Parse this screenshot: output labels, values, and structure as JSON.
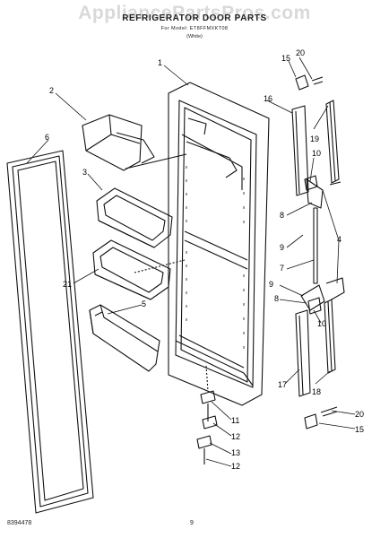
{
  "header": {
    "watermark": "AppliancePartsPros.com",
    "title": "REFRIGERATOR DOOR PARTS",
    "subtitle": "For Model: ET8FFMXKT08",
    "suffix": "(White)"
  },
  "callouts": [
    "1",
    "2",
    "3",
    "4",
    "5",
    "6",
    "7",
    "8",
    "9",
    "10",
    "11",
    "12",
    "13",
    "15",
    "16",
    "17",
    "18",
    "19",
    "20",
    "21"
  ],
  "footer": {
    "part_number": "8394478",
    "page": "9"
  }
}
